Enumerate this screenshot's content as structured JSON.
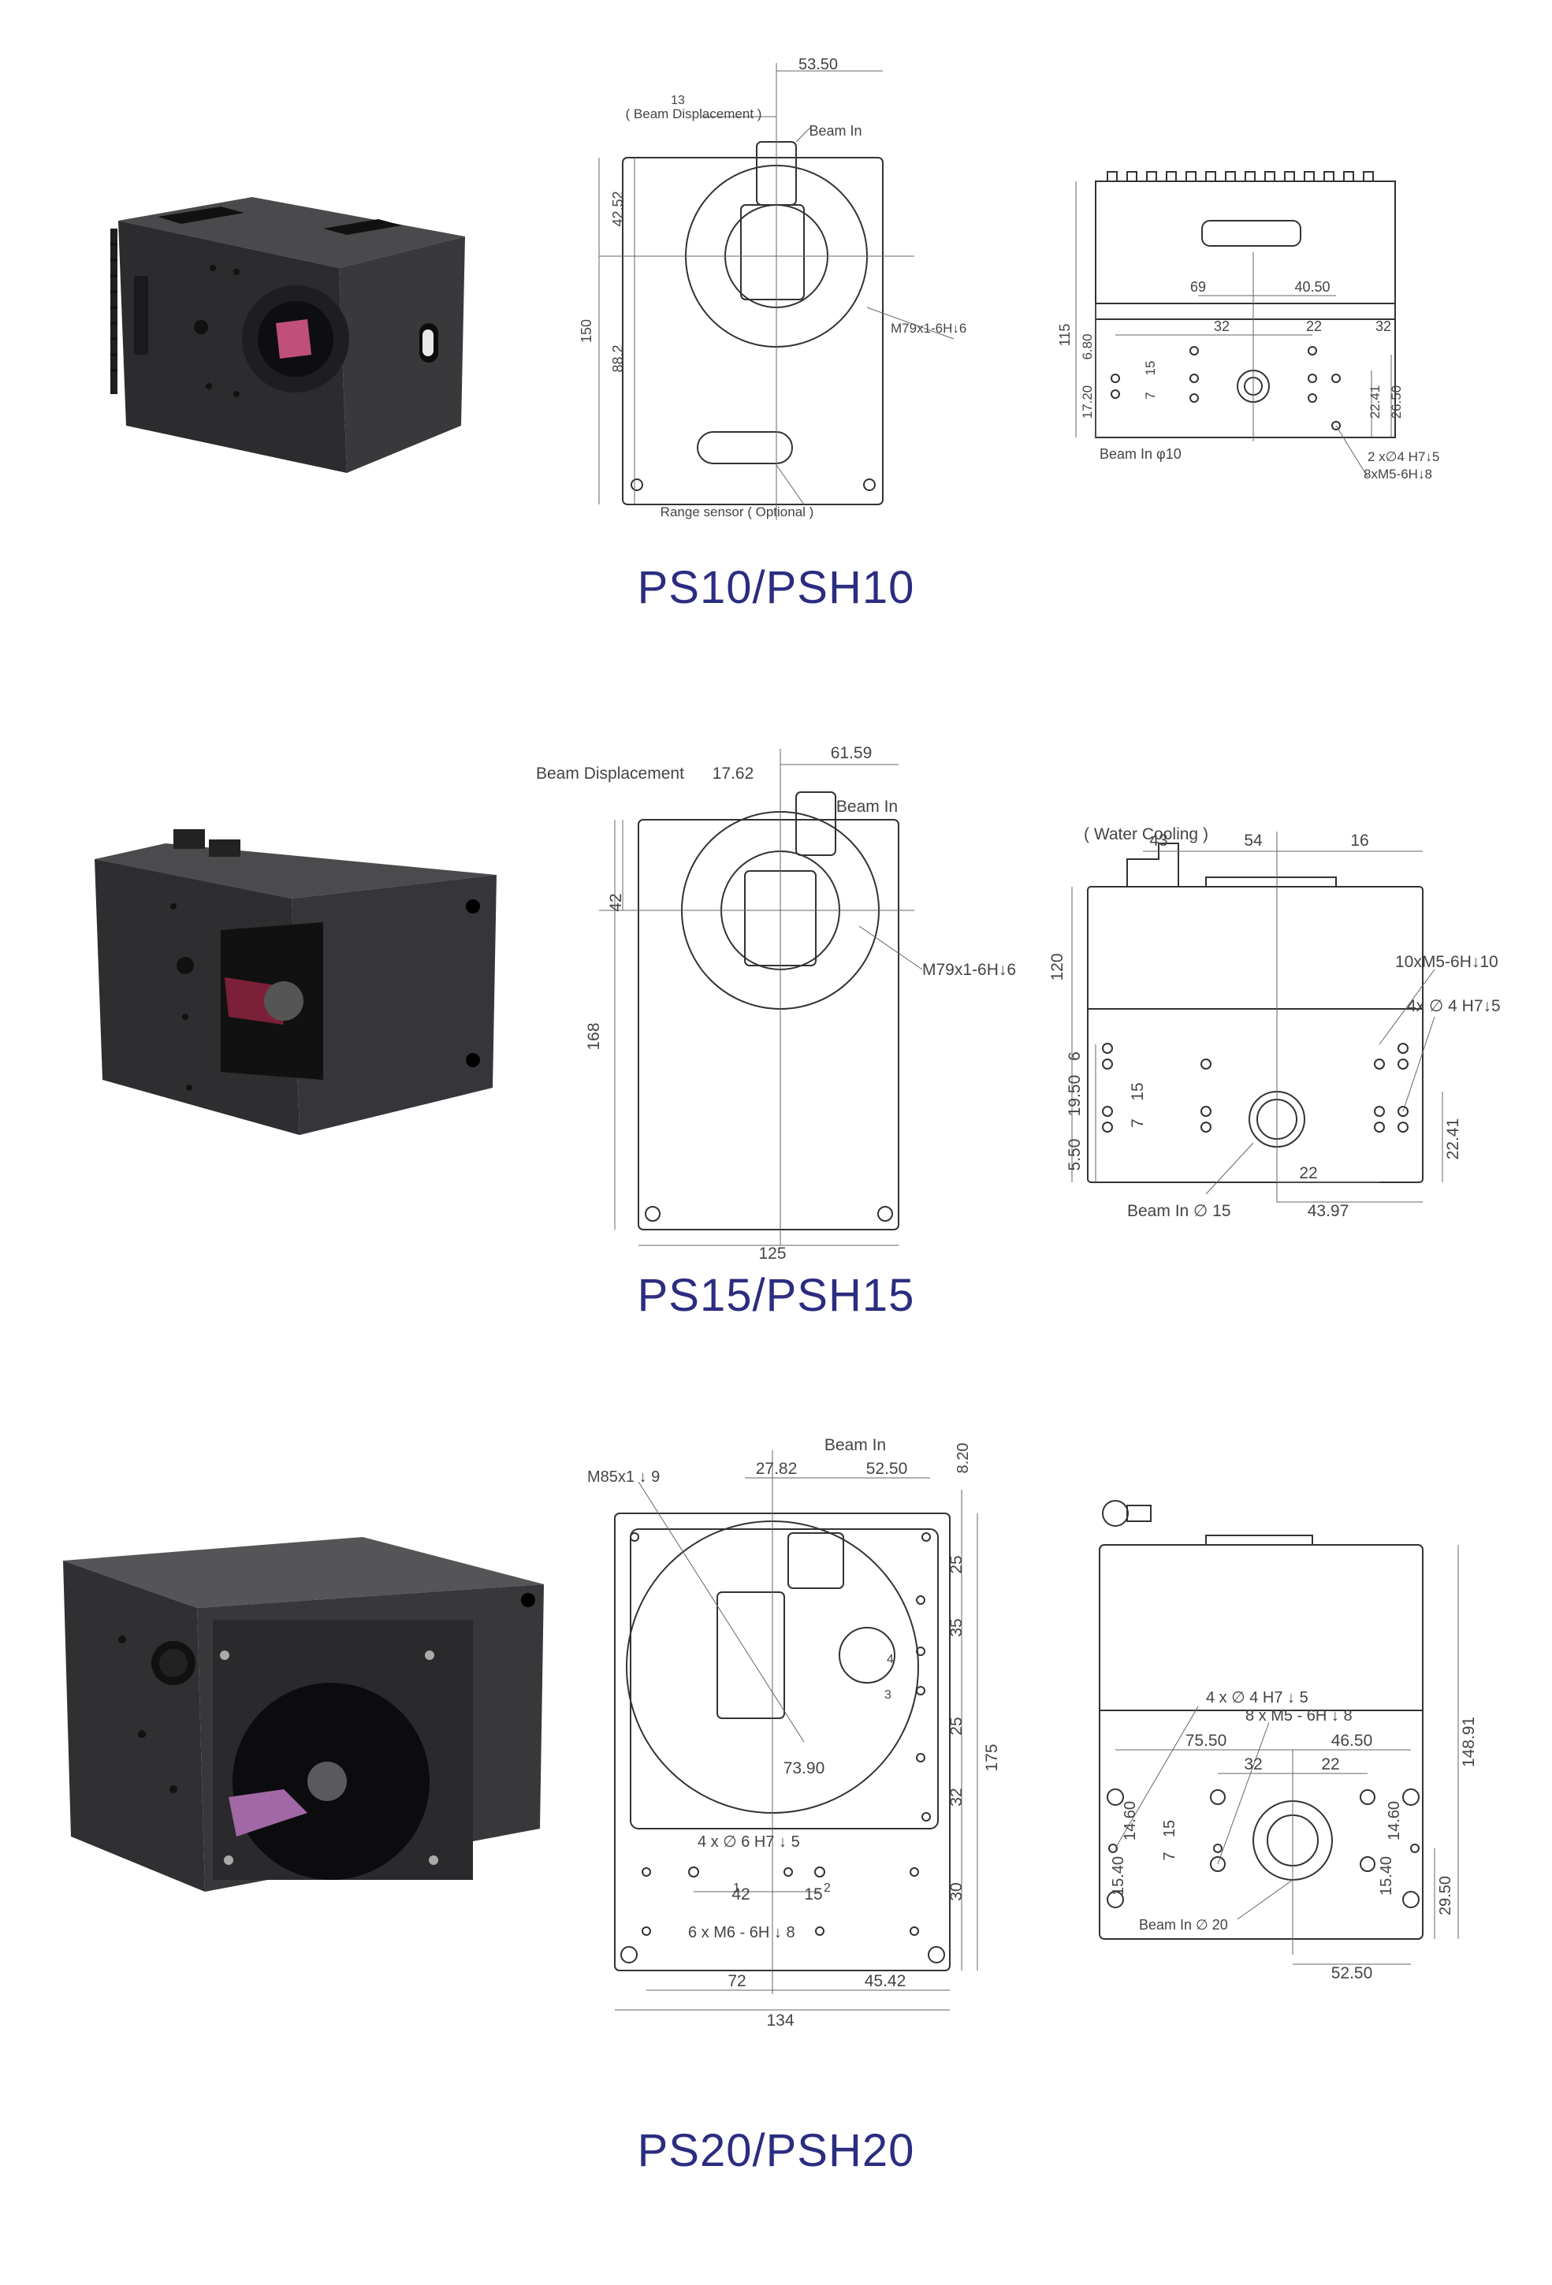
{
  "colors": {
    "title": "#2b2d80",
    "line": "#333333",
    "dim": "#555555",
    "body_dark": "#2f2f31",
    "body_mid": "#3d3d40",
    "lens_pink": "#c0507a"
  },
  "models": [
    {
      "title": "PS10/PSH10",
      "front": {
        "top_dim": "53.50",
        "beam_disp_value": "13",
        "beam_disp_label": "( Beam Displacement )",
        "beam_in": "Beam In",
        "h_total": "150",
        "h_upper": "42.52",
        "h_lower": "88.2",
        "thread": "M79x1-6H↓6",
        "range_sensor": "Range sensor ( Optional )"
      },
      "side": {
        "d1": "40.50",
        "d2": "69",
        "d3": "32",
        "d4": "32",
        "d5": "22",
        "h_total": "115",
        "h1": "6.80",
        "h2": "15",
        "h3": "7",
        "h4": "17.20",
        "h5": "22.41",
        "h6": "26.50",
        "beam_in": "Beam In φ10",
        "pin_note": "2 x∅4 H7↓5",
        "screw_note": "8xM5-6H↓8"
      }
    },
    {
      "title": "PS15/PSH15",
      "front": {
        "beam_disp_label": "Beam Displacement",
        "beam_disp_value": "17.62",
        "top_dim": "61.59",
        "beam_in": "Beam In",
        "h_upper": "42",
        "h_total": "168",
        "thread": "M79x1-6H↓6",
        "width": "125"
      },
      "side": {
        "water_cooling": "( Water Cooling )",
        "d1": "43",
        "d2": "54",
        "d3": "16",
        "screw_note": "10xM5-6H↓10",
        "pin_note": "4x ∅ 4 H7↓5",
        "h_total": "120",
        "h1": "6",
        "h2": "19.50",
        "h3": "15",
        "h4": "7",
        "h5": "5.50",
        "h6": "22.41",
        "d4": "22",
        "d5": "43.97",
        "beam_in": "Beam In ∅ 15"
      }
    },
    {
      "title": "PS20/PSH20",
      "front": {
        "beam_in": "Beam In",
        "thread": "M85x1 ↓ 9",
        "d1": "27.82",
        "d2": "52.50",
        "d3": "8.20",
        "v1": "25",
        "v2": "35",
        "v3": "25",
        "v4": "32",
        "v5": "30",
        "h_total": "175",
        "w_inner": "73.90",
        "pin_note": "4 x ∅ 6 H7 ↓ 5",
        "d4": "42",
        "d5": "15",
        "screw_note": "6 x M6 - 6H ↓ 8",
        "d6": "72",
        "d7": "45.42",
        "width": "134",
        "n1": "4",
        "n2": "3",
        "n3": "1",
        "n4": "2"
      },
      "side": {
        "pin_note": "4 x ∅ 4 H7 ↓ 5",
        "screw_note": "8 x M5 - 6H ↓ 8",
        "d1": "75.50",
        "d2": "46.50",
        "d3": "32",
        "d4": "22",
        "h_total": "148.91",
        "h1": "14.60",
        "h2": "15",
        "h3": "7",
        "h4": "15.40",
        "h5": "14.60",
        "h6": "15.40",
        "h7": "29.50",
        "beam_in": "Beam In ∅ 20",
        "d5": "52.50"
      }
    }
  ]
}
